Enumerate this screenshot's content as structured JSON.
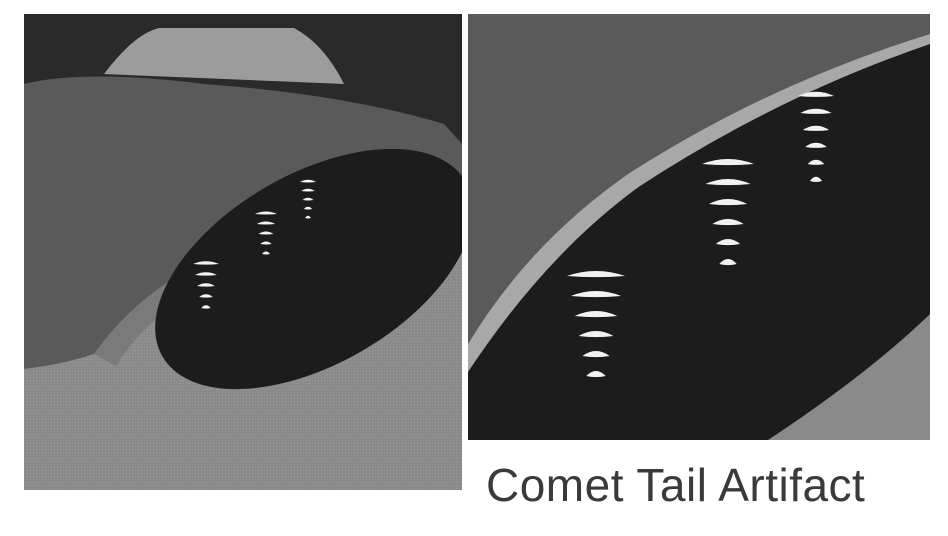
{
  "caption": {
    "text": "Comet Tail Artifact"
  },
  "colors": {
    "background": "#ffffff",
    "dark_field": "#1c1c1c",
    "mid_gray": "#8a8a8a",
    "dark_gray": "#5a5a5a",
    "light_band": "#a8a8a8",
    "artifact": "#f2f2f2",
    "caption_text": "#3a3a3a"
  },
  "panels": [
    {
      "name": "overview",
      "artifact_columns": 3
    },
    {
      "name": "magnified",
      "artifact_columns": 3
    }
  ]
}
